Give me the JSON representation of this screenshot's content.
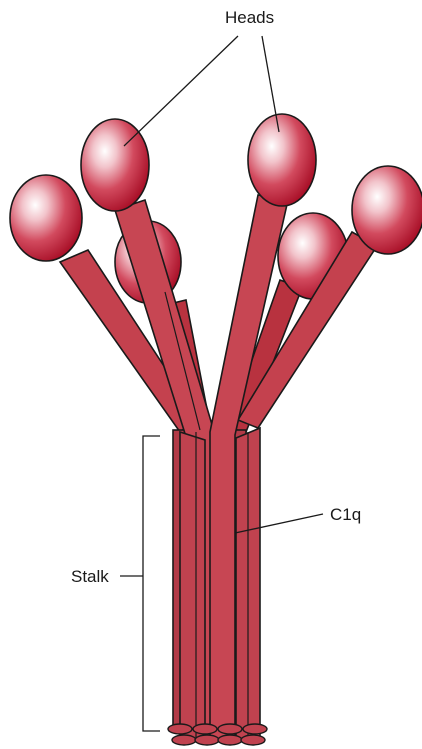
{
  "labels": {
    "heads": "Heads",
    "c1q": "C1q",
    "stalk": "Stalk"
  },
  "colors": {
    "stalk_fill": "#c0424f",
    "stalk_fill_dark": "#9e2a37",
    "head_dark": "#b5122b",
    "head_mid": "#d24a5e",
    "head_light": "#ffffff",
    "outline": "#1a1a1a"
  }
}
